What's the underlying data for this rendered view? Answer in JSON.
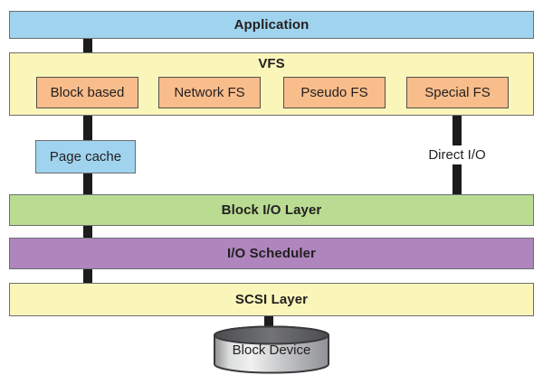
{
  "layers": {
    "application": {
      "label": "Application"
    },
    "vfs": {
      "label": "VFS",
      "children": [
        {
          "label": "Block based"
        },
        {
          "label": "Network FS"
        },
        {
          "label": "Pseudo FS"
        },
        {
          "label": "Special FS"
        }
      ]
    },
    "page_cache": {
      "label": "Page cache"
    },
    "direct_io": {
      "label": "Direct I/O"
    },
    "block_io": {
      "label": "Block I/O Layer"
    },
    "io_scheduler": {
      "label": "I/O Scheduler"
    },
    "scsi": {
      "label": "SCSI Layer"
    },
    "block_device": {
      "label": "Block Device"
    }
  },
  "colors": {
    "blue": "#9fd3ee",
    "yellow": "#faf6ba",
    "orange": "#f8bd8b",
    "green": "#b9dc92",
    "purple": "#ae86bd",
    "border": "#6d6e71",
    "border-dark": "#55514b",
    "connector": "#1c1c1c",
    "text": "#231f20"
  }
}
